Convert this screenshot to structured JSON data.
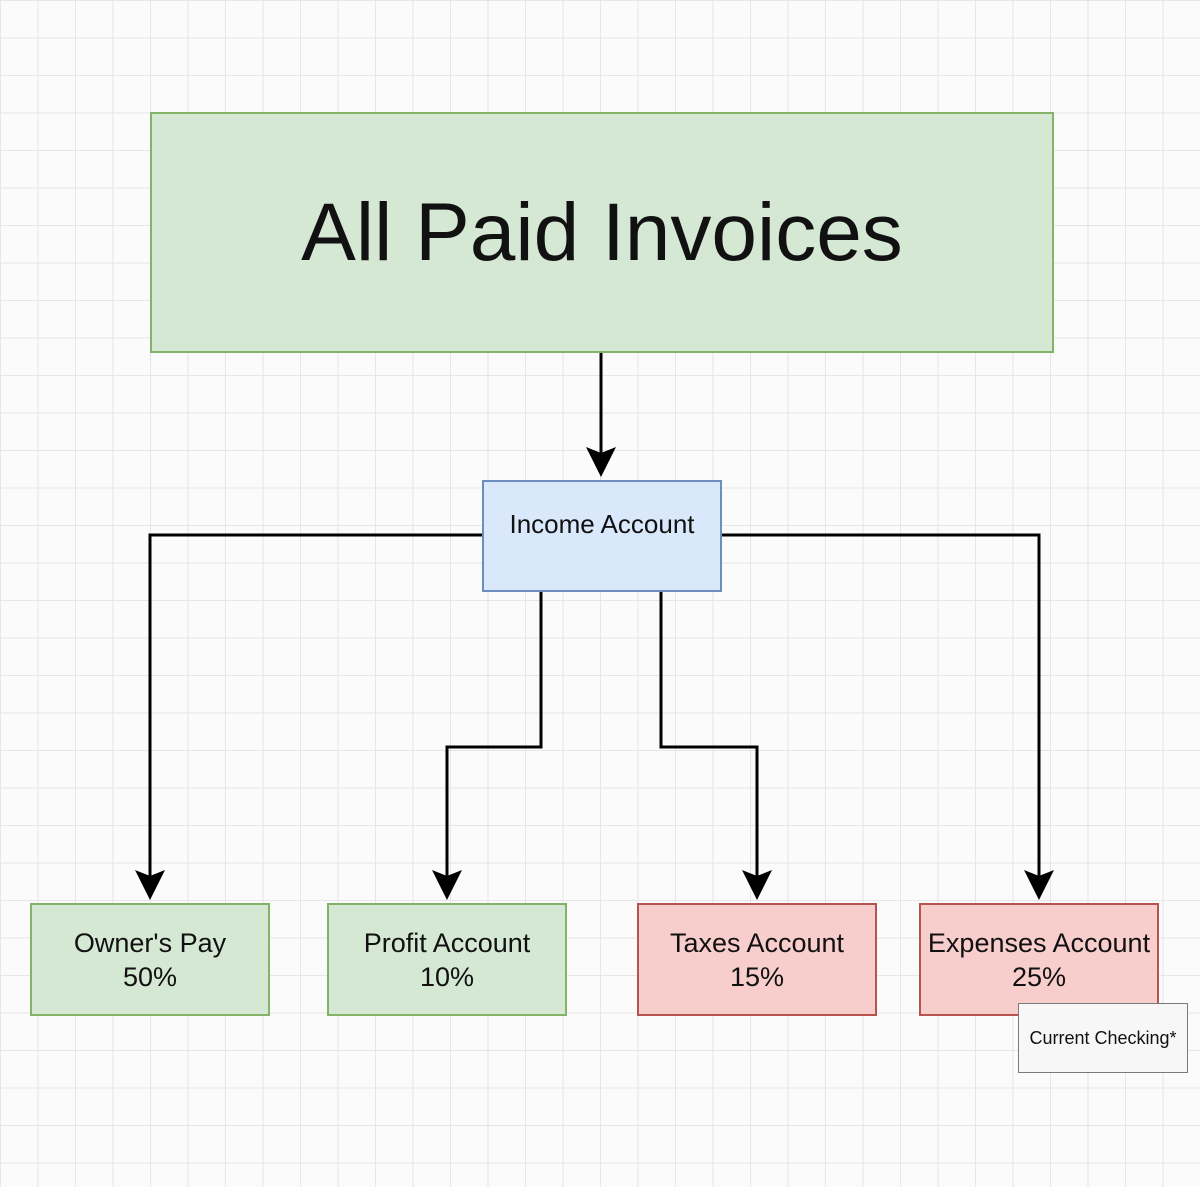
{
  "colors": {
    "green_fill": "#d5e8d4",
    "green_border": "#82b366",
    "blue_fill": "#dae8fc",
    "blue_border": "#6c8ebf",
    "red_fill": "#f8cecc",
    "red_border": "#b85450",
    "connector": "#000000"
  },
  "root": {
    "label": "All Paid Invoices",
    "color": "green"
  },
  "hub": {
    "label": "Income Account",
    "color": "blue"
  },
  "accounts": [
    {
      "id": "owner",
      "name": "Owner's Pay",
      "percent": "50%",
      "color": "green"
    },
    {
      "id": "profit",
      "name": "Profit Account",
      "percent": "10%",
      "color": "green"
    },
    {
      "id": "taxes",
      "name": "Taxes Account",
      "percent": "15%",
      "color": "red"
    },
    {
      "id": "expenses",
      "name": "Expenses Account",
      "percent": "25%",
      "color": "red"
    }
  ],
  "note": {
    "label": "Current Checking*"
  }
}
